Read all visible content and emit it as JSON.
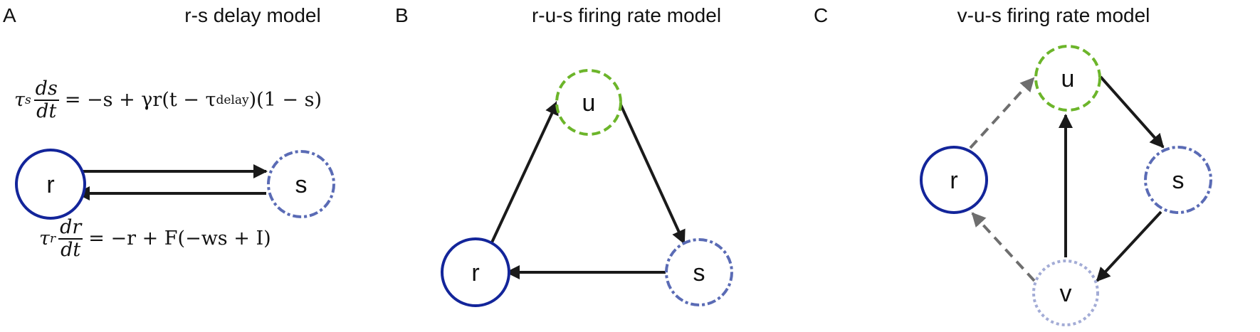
{
  "panels": [
    {
      "label": "A",
      "title": "r-s delay model"
    },
    {
      "label": "B",
      "title": "r-u-s firing rate model"
    },
    {
      "label": "C",
      "title": "v-u-s firing rate model"
    }
  ],
  "nodes": {
    "r": "r",
    "s": "s",
    "u": "u",
    "v": "v"
  },
  "equations": {
    "s_lhs_tau": "τ",
    "s_lhs_sub": "s",
    "s_num": "ds",
    "s_den": "dt",
    "s_rhs_a": "= −s + γr(t − τ",
    "s_rhs_sub": "delay",
    "s_rhs_b": ")(1 − s)",
    "r_lhs_tau": "τ",
    "r_lhs_sub": "r",
    "r_num": "dr",
    "r_den": "dt",
    "r_rhs": "= −r + F(−ws + I)"
  },
  "colors": {
    "r": "#13259a",
    "s": "#5a6bb5",
    "u": "#6cb52a",
    "v": "#a3acd6",
    "arrow": "#1a1a1a",
    "dashed_arrow": "#6e6e6e"
  }
}
